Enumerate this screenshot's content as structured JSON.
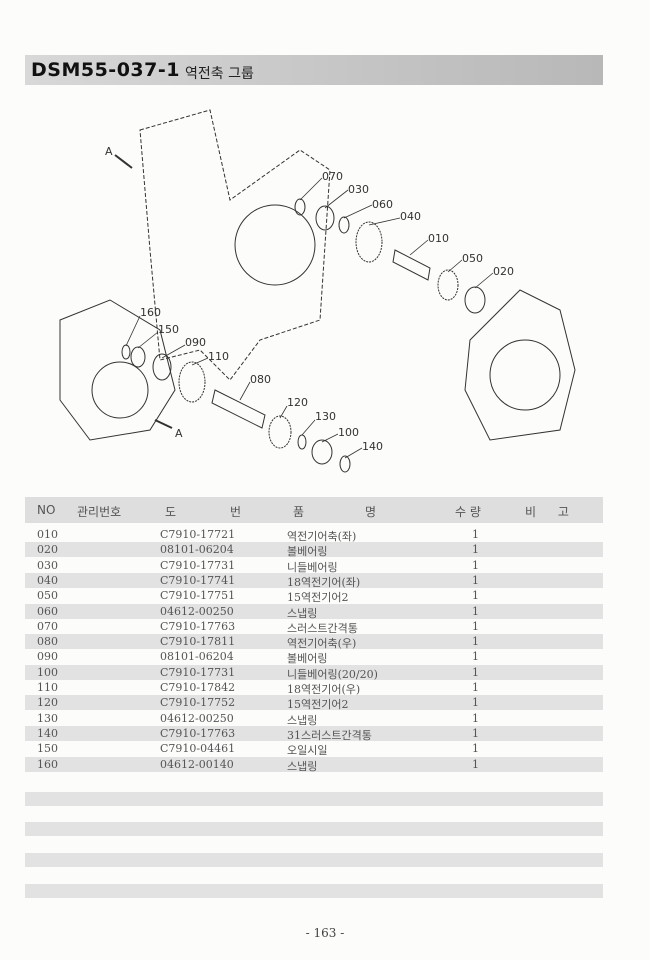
{
  "header": {
    "code": "DSM55-037-1",
    "name": "역전축 그룹"
  },
  "diagram": {
    "callouts": [
      "070",
      "030",
      "060",
      "040",
      "010",
      "050",
      "020",
      "160",
      "150",
      "090",
      "110",
      "080",
      "120",
      "130",
      "100",
      "140"
    ],
    "view_marks": [
      "A",
      "A"
    ]
  },
  "table": {
    "headers": {
      "no": "NO",
      "mgmt": "관리번호",
      "drawing1": "도",
      "drawing2": "번",
      "name1": "품",
      "name2": "명",
      "qty": "수 량",
      "note": "비 고"
    },
    "rows": [
      {
        "no": "010",
        "part": "C7910-17721",
        "name": "역전기어축(좌)",
        "qty": "1"
      },
      {
        "no": "020",
        "part": "08101-06204",
        "name": "볼베어링",
        "qty": "1"
      },
      {
        "no": "030",
        "part": "C7910-17731",
        "name": "니들베어링",
        "qty": "1"
      },
      {
        "no": "040",
        "part": "C7910-17741",
        "name": "18역전기어(좌)",
        "qty": "1"
      },
      {
        "no": "050",
        "part": "C7910-17751",
        "name": "15역전기어2",
        "qty": "1"
      },
      {
        "no": "060",
        "part": "04612-00250",
        "name": "스냅링",
        "qty": "1"
      },
      {
        "no": "070",
        "part": "C7910-17763",
        "name": "스러스트간격통",
        "qty": "1"
      },
      {
        "no": "080",
        "part": "C7910-17811",
        "name": "역전기어축(우)",
        "qty": "1"
      },
      {
        "no": "090",
        "part": "08101-06204",
        "name": "볼베어링",
        "qty": "1"
      },
      {
        "no": "100",
        "part": "C7910-17731",
        "name": "니들베어링(20/20)",
        "qty": "1"
      },
      {
        "no": "110",
        "part": "C7910-17842",
        "name": "18역전기어(우)",
        "qty": "1"
      },
      {
        "no": "120",
        "part": "C7910-17752",
        "name": "15역전기어2",
        "qty": "1"
      },
      {
        "no": "130",
        "part": "04612-00250",
        "name": "스냅링",
        "qty": "1"
      },
      {
        "no": "140",
        "part": "C7910-17763",
        "name": "31스러스트간격통",
        "qty": "1"
      },
      {
        "no": "150",
        "part": "C7910-04461",
        "name": "오일시일",
        "qty": "1"
      },
      {
        "no": "160",
        "part": "04612-00140",
        "name": "스냅링",
        "qty": "1"
      }
    ]
  },
  "page_number": "- 163 -"
}
